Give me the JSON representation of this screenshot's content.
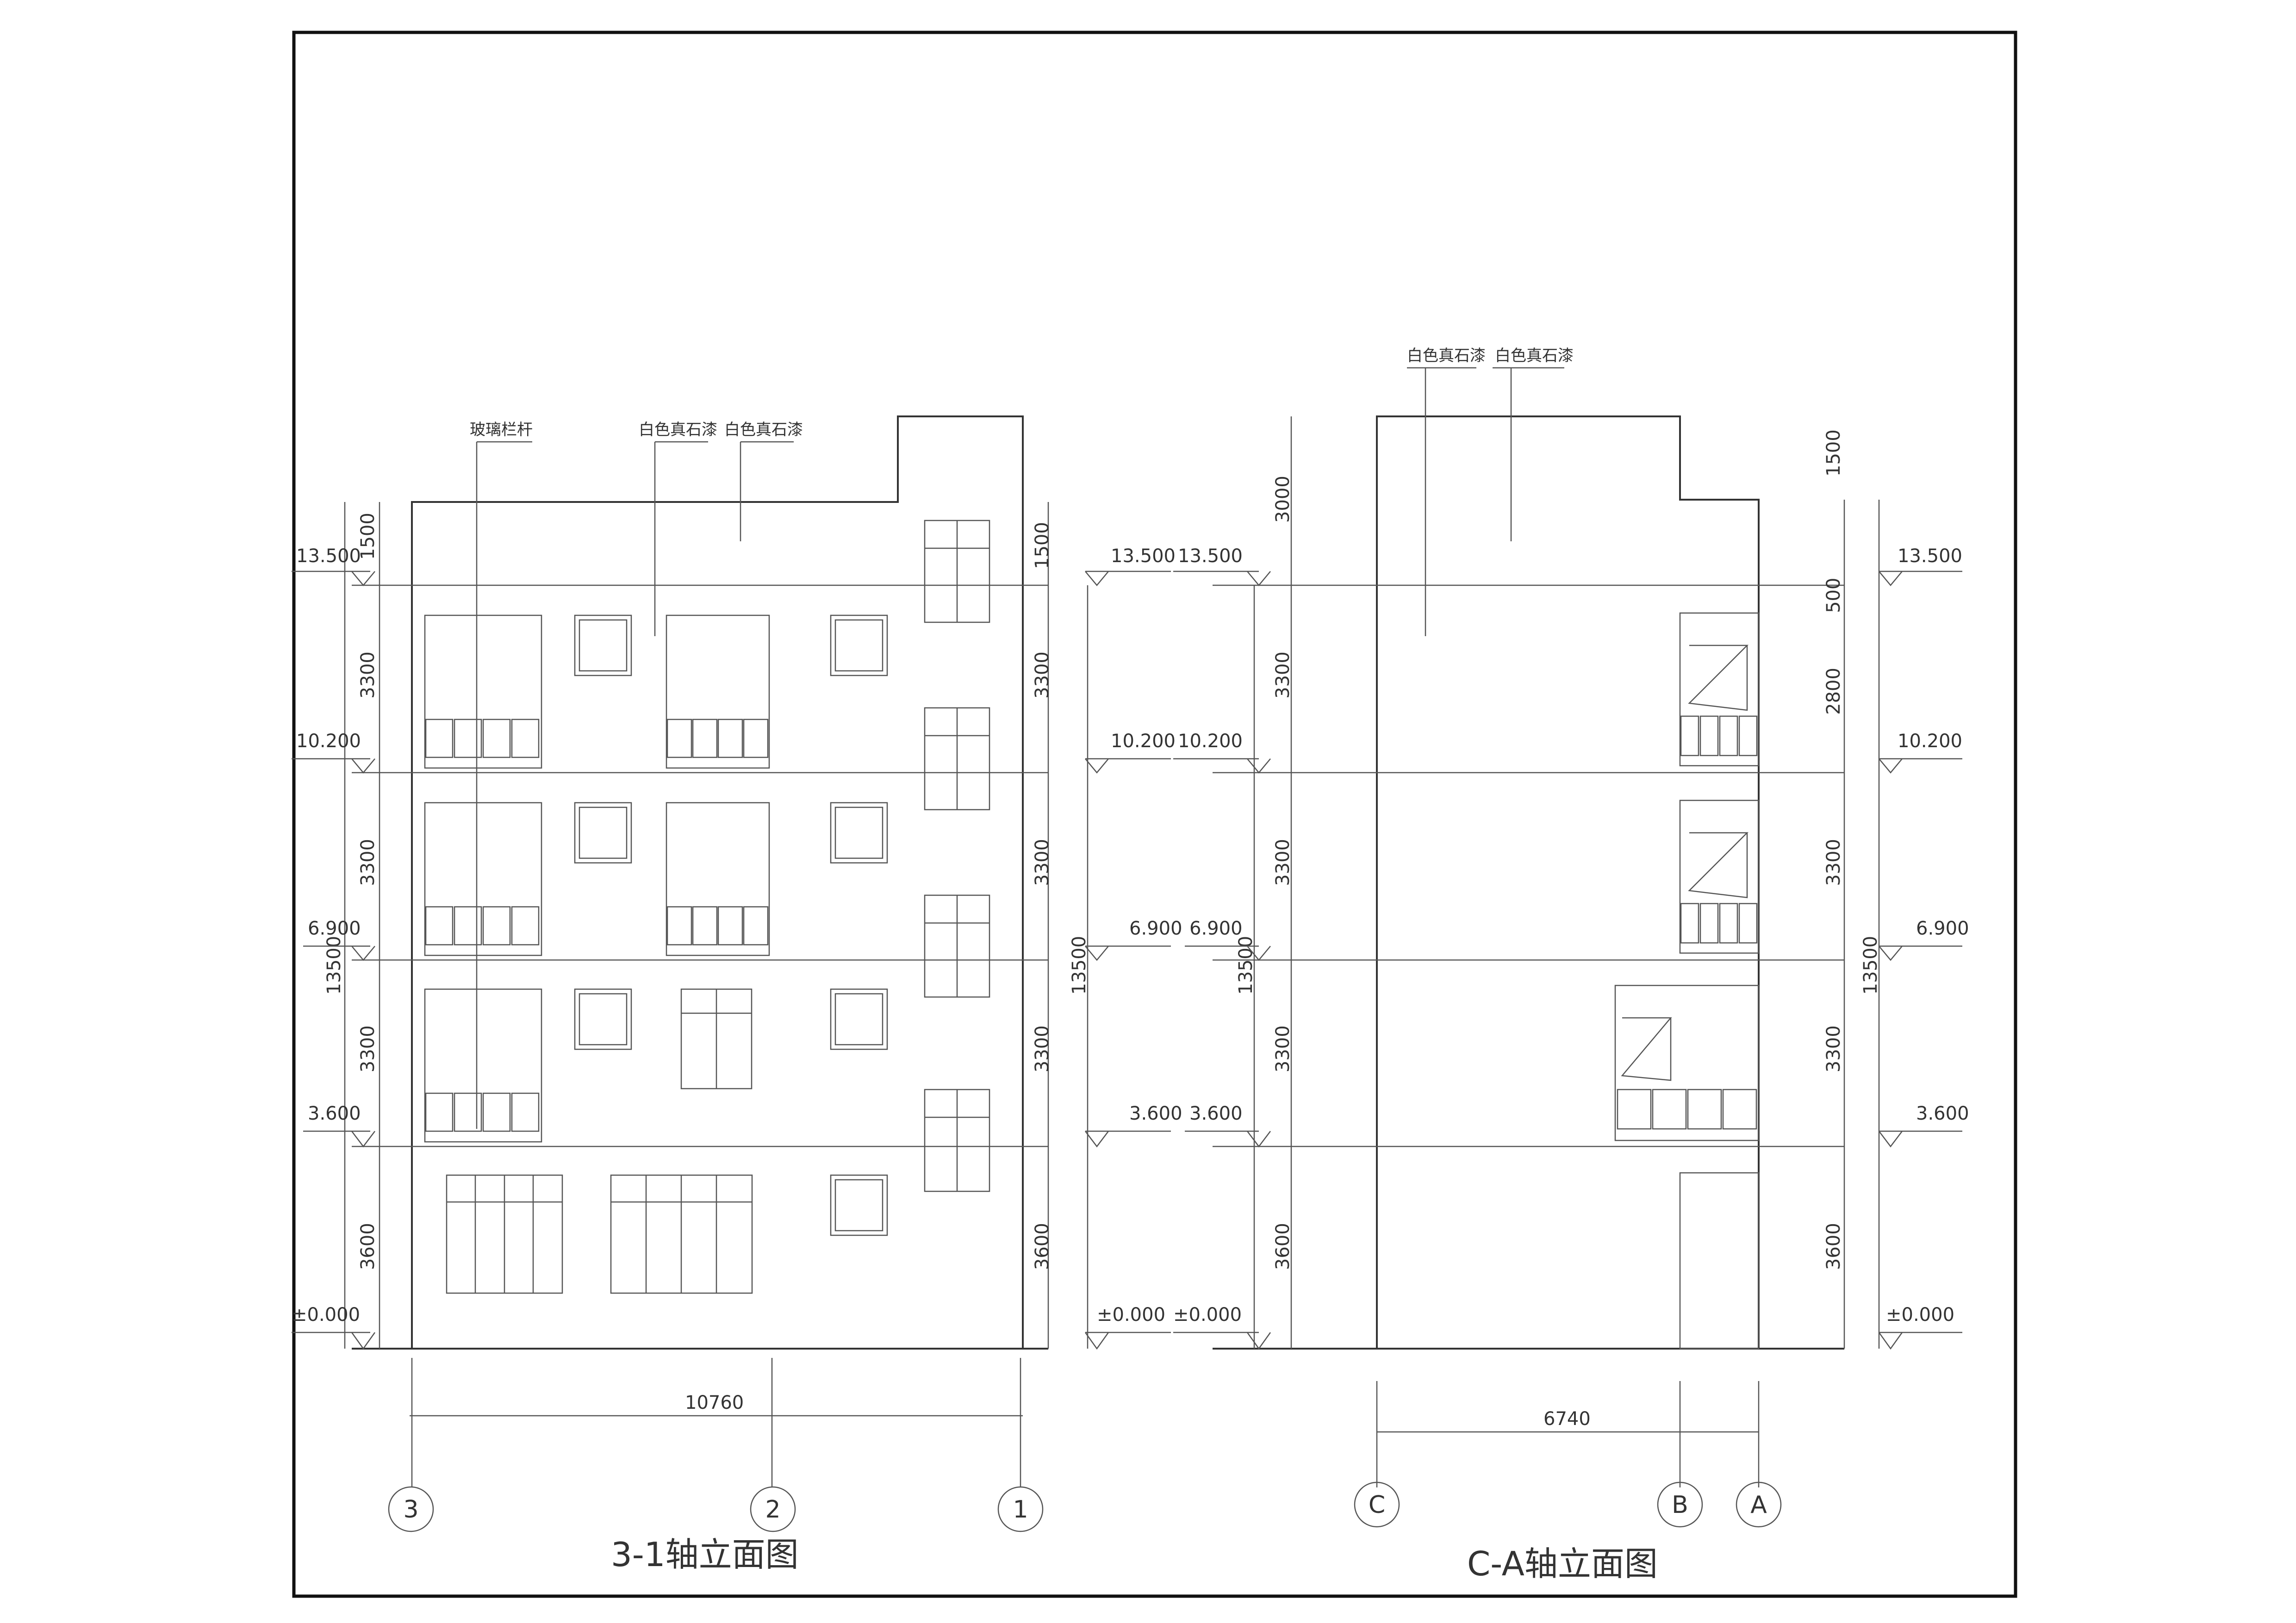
{
  "left": {
    "title": "3-1轴立面图",
    "axes": [
      "3",
      "2",
      "1"
    ],
    "total_width": "10760",
    "materials": [
      "玻璃栏杆",
      "白色真石漆",
      "白色真石漆"
    ],
    "levels": [
      "13.500",
      "10.200",
      "6.900",
      "3.600",
      "±0.000"
    ],
    "left_dims": [
      "1500",
      "3300",
      "3300",
      "3300",
      "3600"
    ],
    "left_total": "13500",
    "right_dims": [
      "1500",
      "3300",
      "3300",
      "3300",
      "3600"
    ],
    "right_total": "13500"
  },
  "right": {
    "title": "C-A轴立面图",
    "axes": [
      "C",
      "B",
      "A"
    ],
    "total_width": "6740",
    "materials": [
      "白色真石漆",
      "白色真石漆"
    ],
    "levels": [
      "13.500",
      "10.200",
      "6.900",
      "3.600",
      "±0.000"
    ],
    "left_dims": [
      "3000",
      "3300",
      "3300",
      "3300",
      "3600"
    ],
    "left_total": "13500",
    "right_dims": [
      "1500",
      "500",
      "2800",
      "3300",
      "3300",
      "3600"
    ],
    "right_total": "13500"
  }
}
